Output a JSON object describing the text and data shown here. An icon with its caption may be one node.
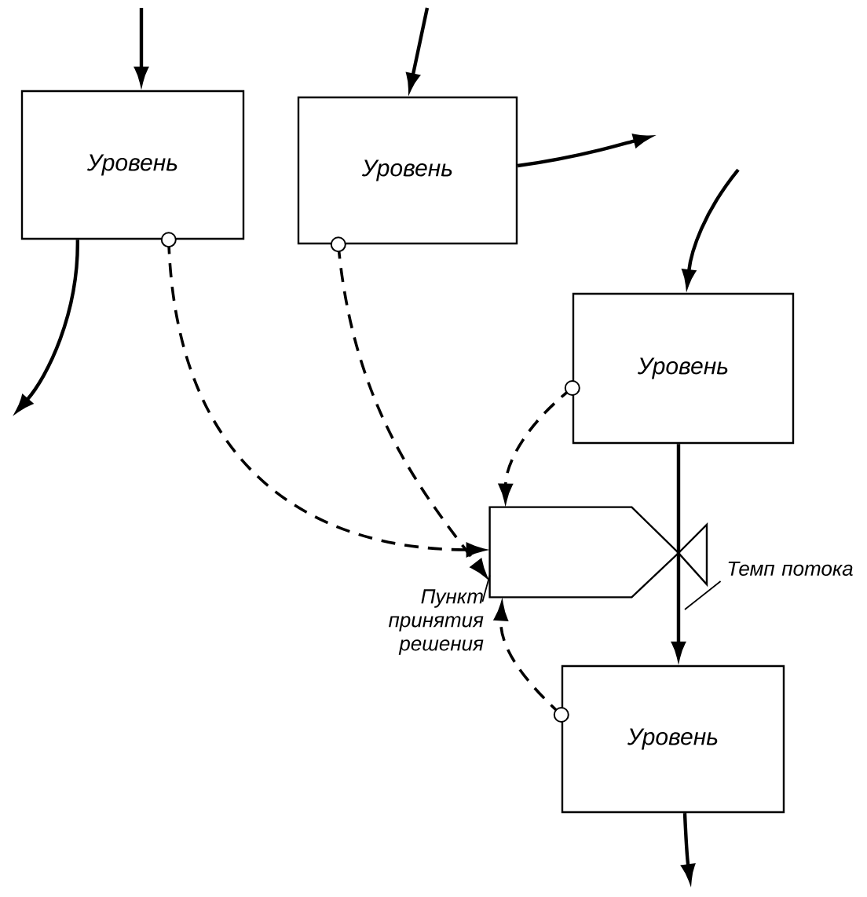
{
  "diagram": {
    "nodes": [
      {
        "text": [
          "Уровень"
        ]
      },
      {
        "text": [
          "Уровень"
        ]
      },
      {
        "text": [
          "Уровень"
        ]
      },
      {
        "text": [
          "Уровень"
        ]
      },
      {
        "text": [],
        "shape": "box"
      },
      {
        "text": [
          "Пункт принятия решения"
        ]
      },
      {
        "text": [
          "Темп потока"
        ]
      }
    ],
    "edges": [
      {
        "from": null,
        "to": 0,
        "arrow": "to"
      },
      {
        "from": 0,
        "to": null,
        "arrow": "to"
      },
      {
        "from": null,
        "to": 1,
        "arrow": "to"
      },
      {
        "from": 1,
        "to": null,
        "arrow": "to"
      },
      {
        "from": null,
        "to": 2,
        "arrow": "to"
      },
      {
        "from": 2,
        "to": 3,
        "arrow": "to"
      },
      {
        "from": 3,
        "to": null,
        "arrow": "to"
      },
      {
        "from": 0,
        "to": 4,
        "arrow": "to",
        "style": "dashed"
      },
      {
        "from": 1,
        "to": 4,
        "arrow": "to",
        "style": "dashed"
      },
      {
        "from": 2,
        "to": 4,
        "arrow": "to",
        "style": "dashed"
      },
      {
        "from": 3,
        "to": 4,
        "arrow": "to",
        "style": "dashed"
      },
      {
        "from": 5,
        "to": 4,
        "arrow": "none"
      },
      {
        "from": 6,
        "to": null,
        "arrow": "none"
      }
    ]
  }
}
